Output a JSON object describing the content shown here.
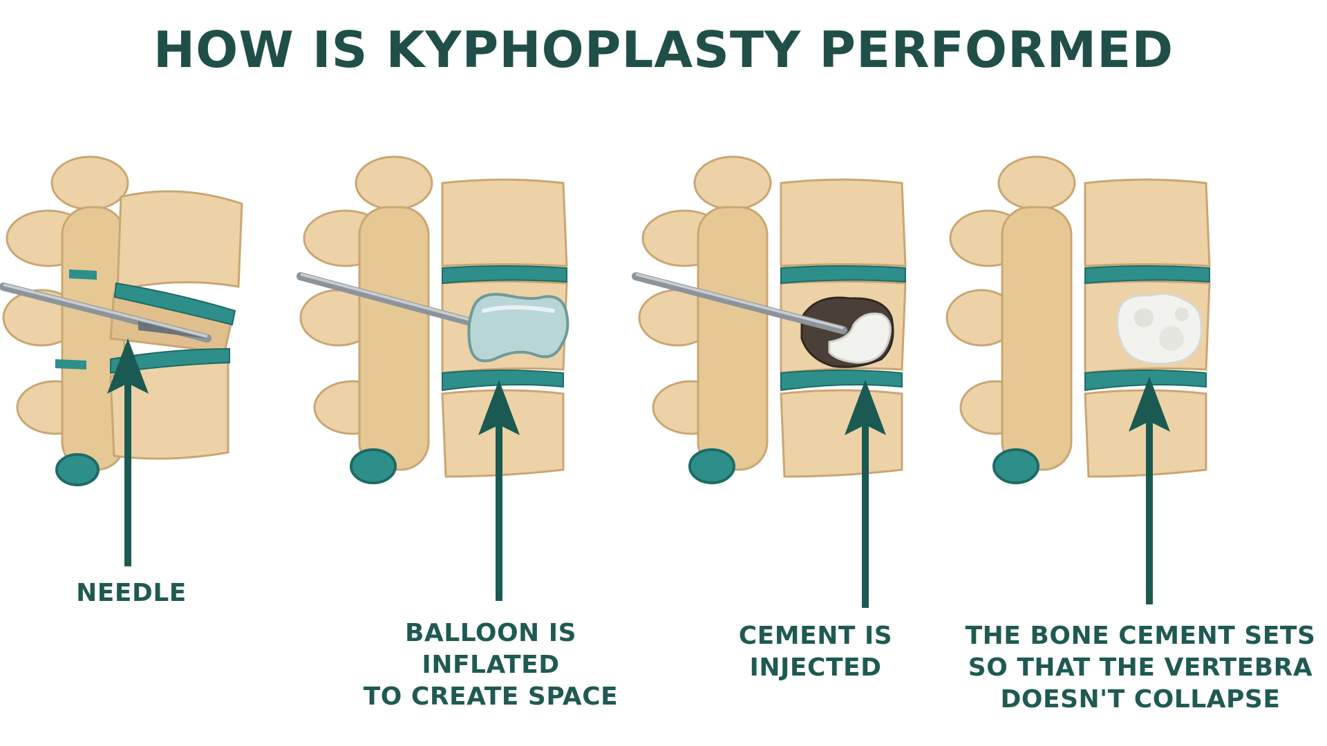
{
  "title": "HOW IS KYPHOPLASTY PERFORMED",
  "colors": {
    "title": "#1f4f48",
    "arrow": "#1b5a52",
    "bone": "#ecd2a6",
    "bone_shadow": "#d6b687",
    "disc": "#2e8f8a",
    "balloon": "#b8d6d6",
    "cement": "#f2f2ef",
    "needle": "#8d9499"
  },
  "steps": [
    {
      "label_lines": [
        "NEEDLE"
      ],
      "icon": "needle-icon"
    },
    {
      "label_lines": [
        "BALLOON IS INFLATED",
        "TO CREATE SPACE"
      ],
      "icon": "balloon-icon"
    },
    {
      "label_lines": [
        "CEMENT IS",
        "INJECTED"
      ],
      "icon": "cement-icon"
    },
    {
      "label_lines": [
        "THE BONE CEMENT SETS",
        "SO THAT THE VERTEBRA",
        "DOESN'T COLLAPSE"
      ],
      "icon": "cement-set-icon"
    }
  ]
}
